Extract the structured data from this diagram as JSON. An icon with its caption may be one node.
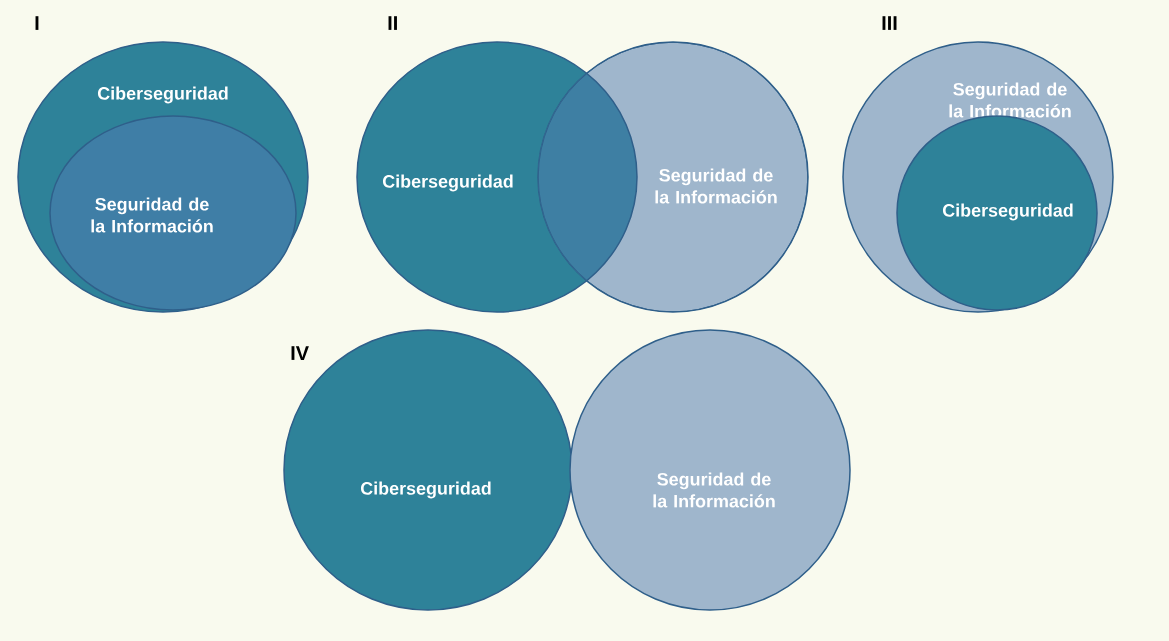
{
  "diagram": {
    "nodes": [
      {
        "text": [
          "Ciberseguridad"
        ]
      },
      {
        "text": [
          "Seguridad de la Información"
        ],
        "in": 0
      },
      {
        "text": [
          "Ciberseguridad"
        ]
      },
      {
        "text": [
          "Seguridad de la Información"
        ]
      },
      {
        "text": [
          "Seguridad de la Información"
        ]
      },
      {
        "text": [
          "Ciberseguridad"
        ],
        "in": 4
      },
      {
        "text": [
          "Ciberseguridad"
        ]
      },
      {
        "text": [
          "Seguridad de la Información"
        ]
      }
    ],
    "edges": [],
    "labels": [
      "I",
      "II",
      "III",
      "IV"
    ]
  }
}
